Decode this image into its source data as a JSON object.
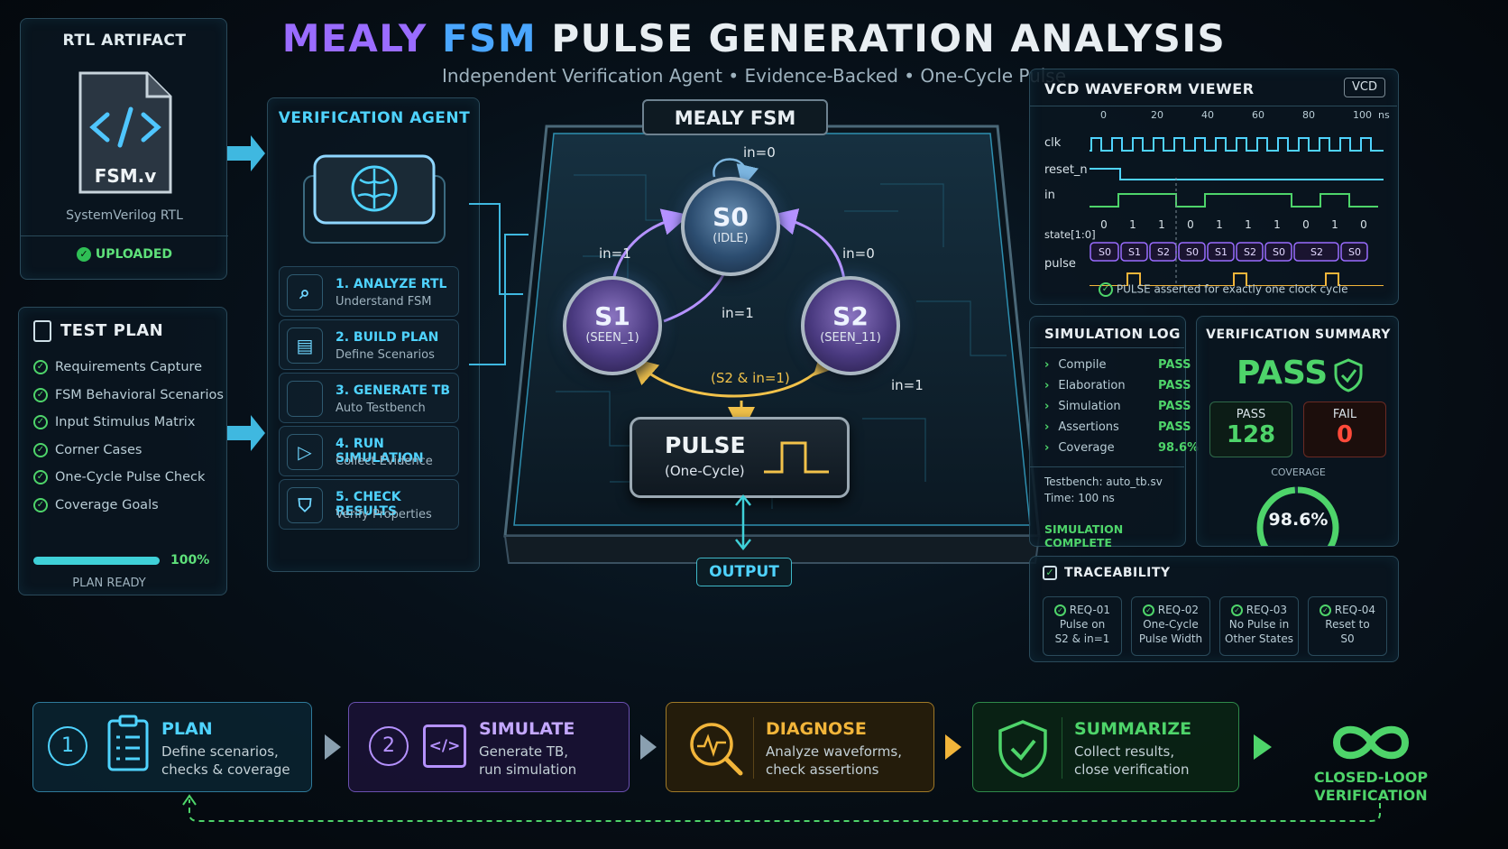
{
  "header": {
    "title_part1": "MEALY",
    "title_part2": "FSM",
    "title_part3": "PULSE GENERATION ANALYSIS",
    "subtitle": "Independent Verification Agent  •  Evidence-Backed  •  One-Cycle Pulse"
  },
  "rtl": {
    "title": "RTL ARTIFACT",
    "file_icon": "code-file-icon",
    "file_name": "FSM.v",
    "file_type": "SystemVerilog RTL",
    "status": "UPLOADED"
  },
  "test_plan": {
    "title": "TEST PLAN",
    "items": [
      "Requirements Capture",
      "FSM Behavioral Scenarios",
      "Input Stimulus Matrix",
      "Corner Cases",
      "One-Cycle Pulse Check",
      "Coverage Goals"
    ],
    "progress": 100,
    "progress_label": "100%",
    "status": "PLAN READY"
  },
  "agent": {
    "title": "VERIFICATION AGENT",
    "steps": [
      {
        "label": "1. ANALYZE RTL",
        "sub": "Understand FSM",
        "icon": "search-icon"
      },
      {
        "label": "2. BUILD PLAN",
        "sub": "Define Scenarios",
        "icon": "clipboard-icon"
      },
      {
        "label": "3. GENERATE TB",
        "sub": "Auto Testbench",
        "icon": "code-icon"
      },
      {
        "label": "4. RUN SIMULATION",
        "sub": "Collect Evidence",
        "icon": "play-icon"
      },
      {
        "label": "5. CHECK RESULTS",
        "sub": "Verify Properties",
        "icon": "shield-check-icon"
      }
    ]
  },
  "fsm": {
    "title": "MEALY FSM",
    "states": [
      {
        "name": "S0",
        "sub": "(IDLE)"
      },
      {
        "name": "S1",
        "sub": "(SEEN_1)"
      },
      {
        "name": "S2",
        "sub": "(SEEN_11)"
      }
    ],
    "transitions": [
      "in=0",
      "in=1",
      "in=0",
      "in=1",
      "(S2 & in=1)",
      "in=1"
    ],
    "pulse_title": "PULSE",
    "pulse_sub": "(One-Cycle)",
    "output": "OUTPUT"
  },
  "waveform": {
    "title": "VCD WAVEFORM VIEWER",
    "badge": "VCD",
    "time_ticks": [
      "0",
      "20",
      "40",
      "60",
      "80",
      "100"
    ],
    "time_unit": "ns",
    "signals": [
      "clk",
      "reset_n",
      "in",
      "state[1:0]",
      "pulse"
    ],
    "in_values": [
      "0",
      "1",
      "1",
      "0",
      "1",
      "1",
      "1",
      "0",
      "1",
      "0"
    ],
    "states": [
      "S0",
      "S1",
      "S2",
      "S0",
      "S1",
      "S2",
      "S0",
      "S2",
      "S0"
    ],
    "note": "PULSE asserted for exactly one clock cycle"
  },
  "sim_log": {
    "title": "SIMULATION LOG",
    "rows": [
      {
        "name": "Compile",
        "value": "PASS"
      },
      {
        "name": "Elaboration",
        "value": "PASS"
      },
      {
        "name": "Simulation",
        "value": "PASS"
      },
      {
        "name": "Assertions",
        "value": "PASS"
      },
      {
        "name": "Coverage",
        "value": "98.6%"
      }
    ],
    "testbench": "Testbench: auto_tb.sv",
    "time": "Time: 100 ns",
    "status": "SIMULATION COMPLETE"
  },
  "summary": {
    "title": "VERIFICATION SUMMARY",
    "result": "PASS",
    "pass_label": "PASS",
    "pass_count": "128",
    "fail_label": "FAIL",
    "fail_count": "0",
    "coverage_label": "COVERAGE",
    "coverage_value": "98.6%",
    "coverage_pct": 98.6
  },
  "traceability": {
    "title": "TRACEABILITY",
    "reqs": [
      {
        "id": "REQ-01",
        "l1": "Pulse on",
        "l2": "S2 & in=1"
      },
      {
        "id": "REQ-02",
        "l1": "One-Cycle",
        "l2": "Pulse Width"
      },
      {
        "id": "REQ-03",
        "l1": "No Pulse in",
        "l2": "Other States"
      },
      {
        "id": "REQ-04",
        "l1": "Reset to",
        "l2": "S0"
      }
    ]
  },
  "flow": {
    "steps": [
      {
        "num": "1",
        "title": "PLAN",
        "l1": "Define scenarios,",
        "l2": "checks & coverage"
      },
      {
        "num": "2",
        "title": "SIMULATE",
        "l1": "Generate TB,",
        "l2": "run simulation"
      },
      {
        "title": "DIAGNOSE",
        "l1": "Analyze waveforms,",
        "l2": "check assertions"
      },
      {
        "title": "SUMMARIZE",
        "l1": "Collect results,",
        "l2": "close verification"
      }
    ],
    "closed_loop_l1": "CLOSED-LOOP",
    "closed_loop_l2": "VERIFICATION"
  },
  "colors": {
    "cyan": "#4fd3ff",
    "green": "#4ed46a",
    "purple": "#9a6cff",
    "amber": "#f2b53a",
    "red": "#ff4a3a"
  }
}
